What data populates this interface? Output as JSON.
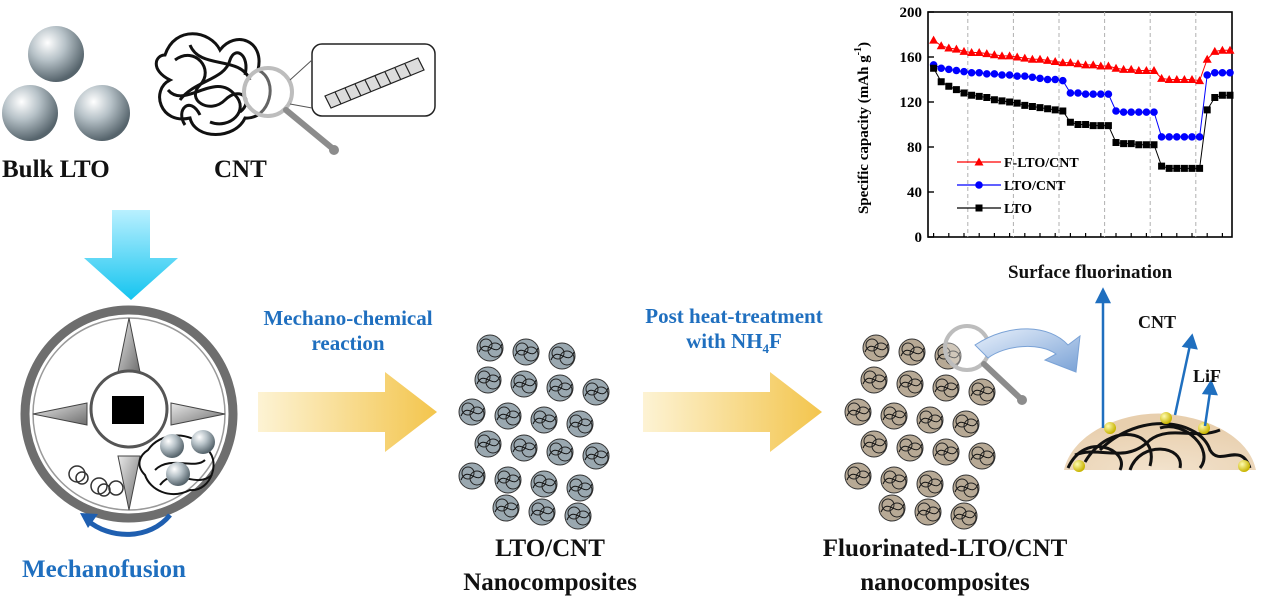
{
  "labels": {
    "bulk_lto": "Bulk LTO",
    "cnt_top": "CNT",
    "mechanofusion": "Mechanofusion",
    "mech_chem_1": "Mechano-chemical",
    "mech_chem_2": "reaction",
    "post_heat_1": "Post heat-treatment",
    "post_heat_2_prefix": "with NH",
    "post_heat_2_sub": "4",
    "post_heat_2_suffix": "F",
    "lto_cnt_1": "LTO/CNT",
    "lto_cnt_2": "Nanocomposites",
    "flto_cnt_1": "Fluorinated-LTO/CNT",
    "flto_cnt_2": "nanocomposites",
    "surface_fluorination": "Surface fluorination",
    "cnt_right": "CNT",
    "lif": "LiF"
  },
  "colors": {
    "blue_text": "#1f6fbf",
    "cyan_arrow": "#19c8f0",
    "gold_arrow": "#f0c850",
    "f_lto_cnt": "#ff0000",
    "lto_cnt": "#0000ff",
    "lto": "#000000"
  },
  "chart_data": {
    "type": "scatter",
    "ylabel": "Specific capacity (mAh g",
    "ylabel_sup": "-1",
    "ylabel_close": ")",
    "ylim": [
      0,
      200
    ],
    "yticks": [
      0,
      40,
      80,
      120,
      160,
      200
    ],
    "xlim": [
      0,
      40
    ],
    "grid": false,
    "legend_position": "center-left",
    "x": [
      1,
      2,
      3,
      4,
      5,
      6,
      7,
      8,
      9,
      10,
      11,
      12,
      13,
      14,
      15,
      16,
      17,
      18,
      19,
      20,
      21,
      22,
      23,
      24,
      25,
      26,
      27,
      28,
      29,
      30,
      31,
      32,
      33,
      34,
      35,
      36,
      37,
      38,
      39,
      40
    ],
    "series": [
      {
        "name": "F-LTO/CNT",
        "marker": "triangle",
        "color": "#ff0000",
        "values": [
          175,
          170,
          168,
          167,
          165,
          164,
          164,
          163,
          162,
          161,
          161,
          160,
          159,
          158,
          158,
          157,
          156,
          155,
          155,
          154,
          153,
          153,
          152,
          152,
          150,
          149,
          149,
          148,
          148,
          148,
          141,
          140,
          140,
          140,
          140,
          139,
          158,
          165,
          166,
          166
        ]
      },
      {
        "name": "LTO/CNT",
        "marker": "circle",
        "color": "#0000ff",
        "values": [
          153,
          150,
          149,
          148,
          147,
          146,
          146,
          145,
          145,
          144,
          144,
          143,
          143,
          142,
          141,
          140,
          140,
          139,
          128,
          128,
          127,
          127,
          127,
          127,
          112,
          111,
          111,
          111,
          111,
          111,
          89,
          89,
          89,
          89,
          89,
          89,
          144,
          146,
          146,
          146
        ]
      },
      {
        "name": "LTO",
        "marker": "square",
        "color": "#000000",
        "values": [
          150,
          138,
          134,
          131,
          128,
          126,
          125,
          124,
          122,
          121,
          120,
          119,
          117,
          116,
          115,
          114,
          113,
          112,
          102,
          100,
          100,
          99,
          99,
          99,
          84,
          83,
          83,
          82,
          82,
          82,
          63,
          61,
          61,
          61,
          61,
          61,
          113,
          124,
          126,
          126
        ]
      }
    ]
  }
}
